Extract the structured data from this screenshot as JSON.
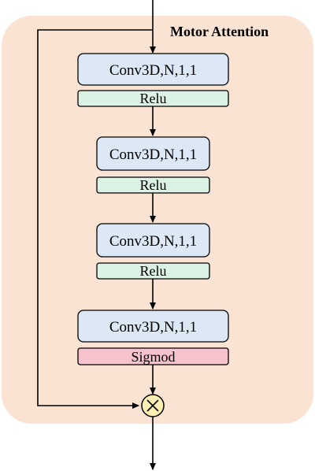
{
  "title": "Motor Attention",
  "blocks": [
    {
      "conv": "Conv3D,N,1,1",
      "activation": "Relu"
    },
    {
      "conv": "Conv3D,N,1,1",
      "activation": "Relu"
    },
    {
      "conv": "Conv3D,N,1,1",
      "activation": "Relu"
    },
    {
      "conv": "Conv3D,N,1,1",
      "activation": "Sigmod"
    }
  ],
  "colors": {
    "panel": "#fbe3d4",
    "conv_fill": "#dce8f5",
    "relu_fill": "#dcf2e4",
    "sigmoid_fill": "#f6c2cc",
    "multiply_fill": "#fdeeb3"
  },
  "operator_icon": "multiply-circle-icon"
}
